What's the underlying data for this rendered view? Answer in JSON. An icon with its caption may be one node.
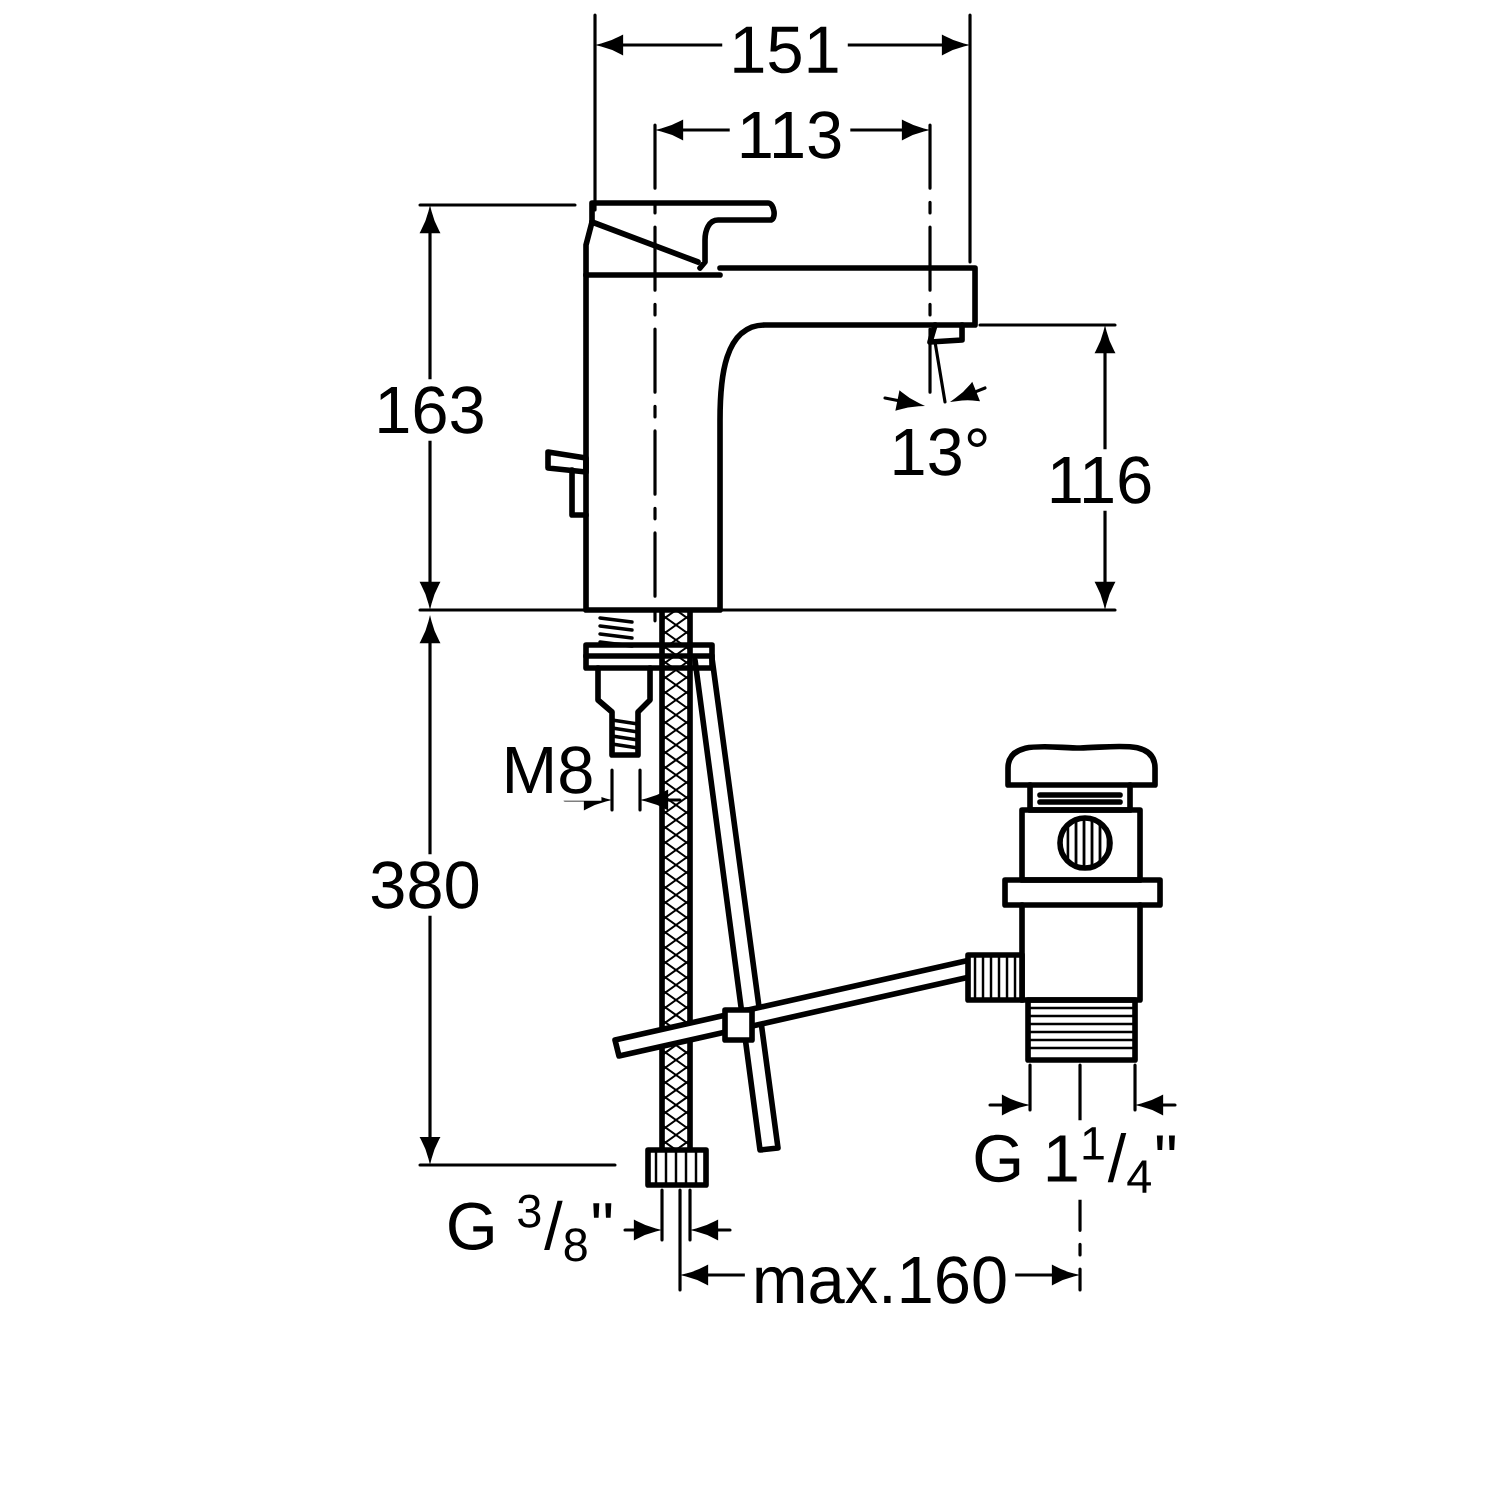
{
  "diagram": {
    "labels": [
      "151",
      "113",
      "163",
      "13°",
      "116",
      "M8",
      "380",
      "G 1$^{1}$/$_{4}$\"",
      "G $^{3}$/$_{8}$\"",
      "max.160"
    ]
  }
}
